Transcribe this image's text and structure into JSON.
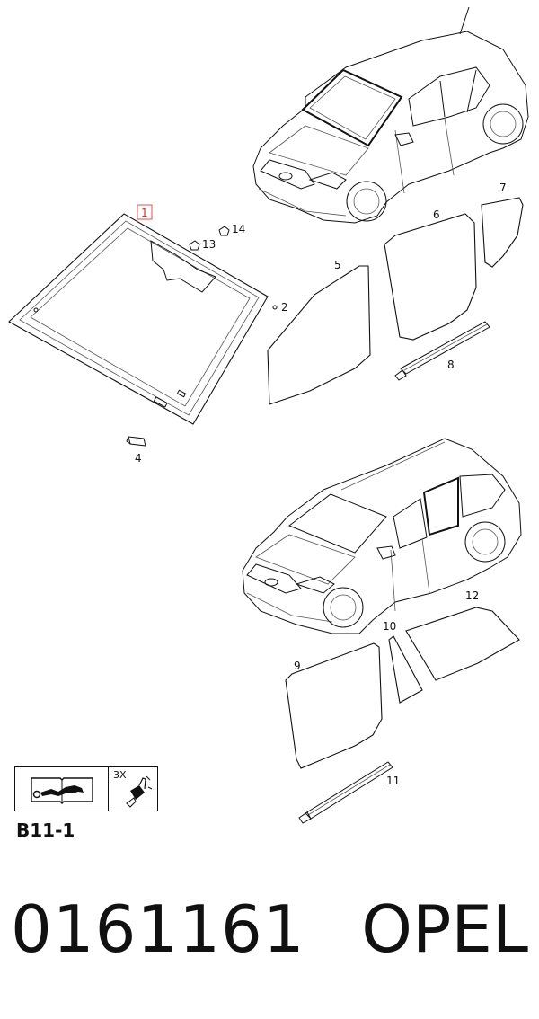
{
  "diagram": {
    "callouts": {
      "windshield": "1",
      "clip": "2",
      "sensor_bracket": "4",
      "front_door_glass_hatch": "5",
      "rear_door_glass_hatch": "6",
      "quarter_glass_hatch": "7",
      "seal_strip_hatch": "8",
      "front_door_glass_wagon": "9",
      "vent_glass_wagon": "10",
      "seal_strip_wagon": "11",
      "quarter_glass_wagon": "12",
      "pad_13": "13",
      "pad_14": "14"
    },
    "highlight_color": "#e35050"
  },
  "legend": {
    "book_icon": "repair-manual-icon",
    "glue_icon": "adhesive-cartridge-icon",
    "glue_count": "3X"
  },
  "sheet_code": "B11-1",
  "footer": {
    "part_number": "0161161",
    "brand": "OPEL"
  }
}
